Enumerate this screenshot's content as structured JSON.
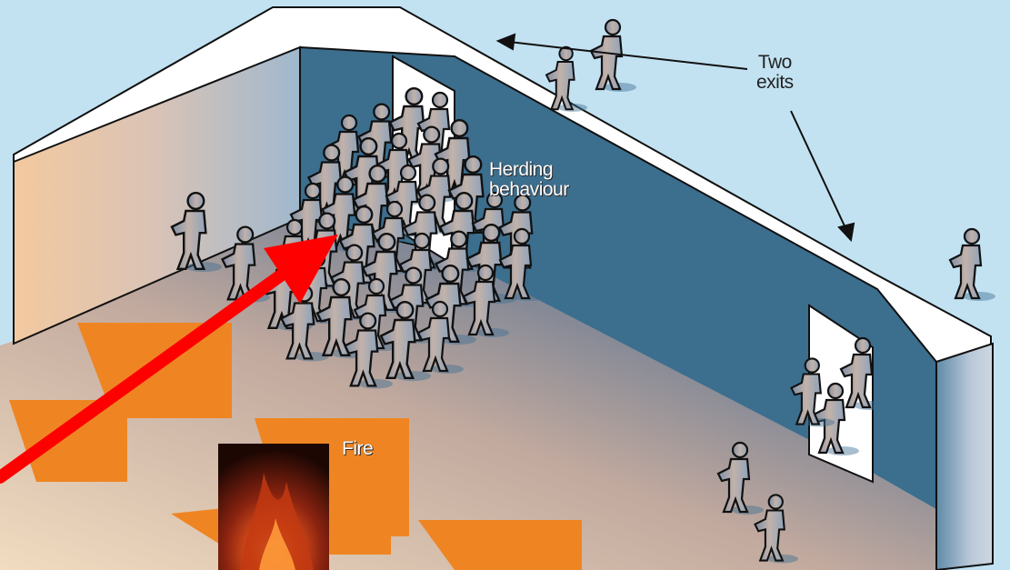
{
  "labels": {
    "exits_line1": "Two",
    "exits_line2": "exits",
    "herding_line1": "Herding",
    "herding_line2": "behaviour",
    "fire": "Fire"
  },
  "colors": {
    "sky": "#c2e2f2",
    "wall_blue": "#3c6e8e",
    "floor_light": "#e8d6bd",
    "floor_shade": "#8d96ab",
    "fire_arrow": "#ef8522",
    "pointer_arrow": "#ff0000",
    "person": "#9aa9bd",
    "outline": "#111111"
  },
  "icons": [
    "person-icon",
    "fire-photo",
    "red-pointer-arrow",
    "fire-spread-arrow"
  ]
}
